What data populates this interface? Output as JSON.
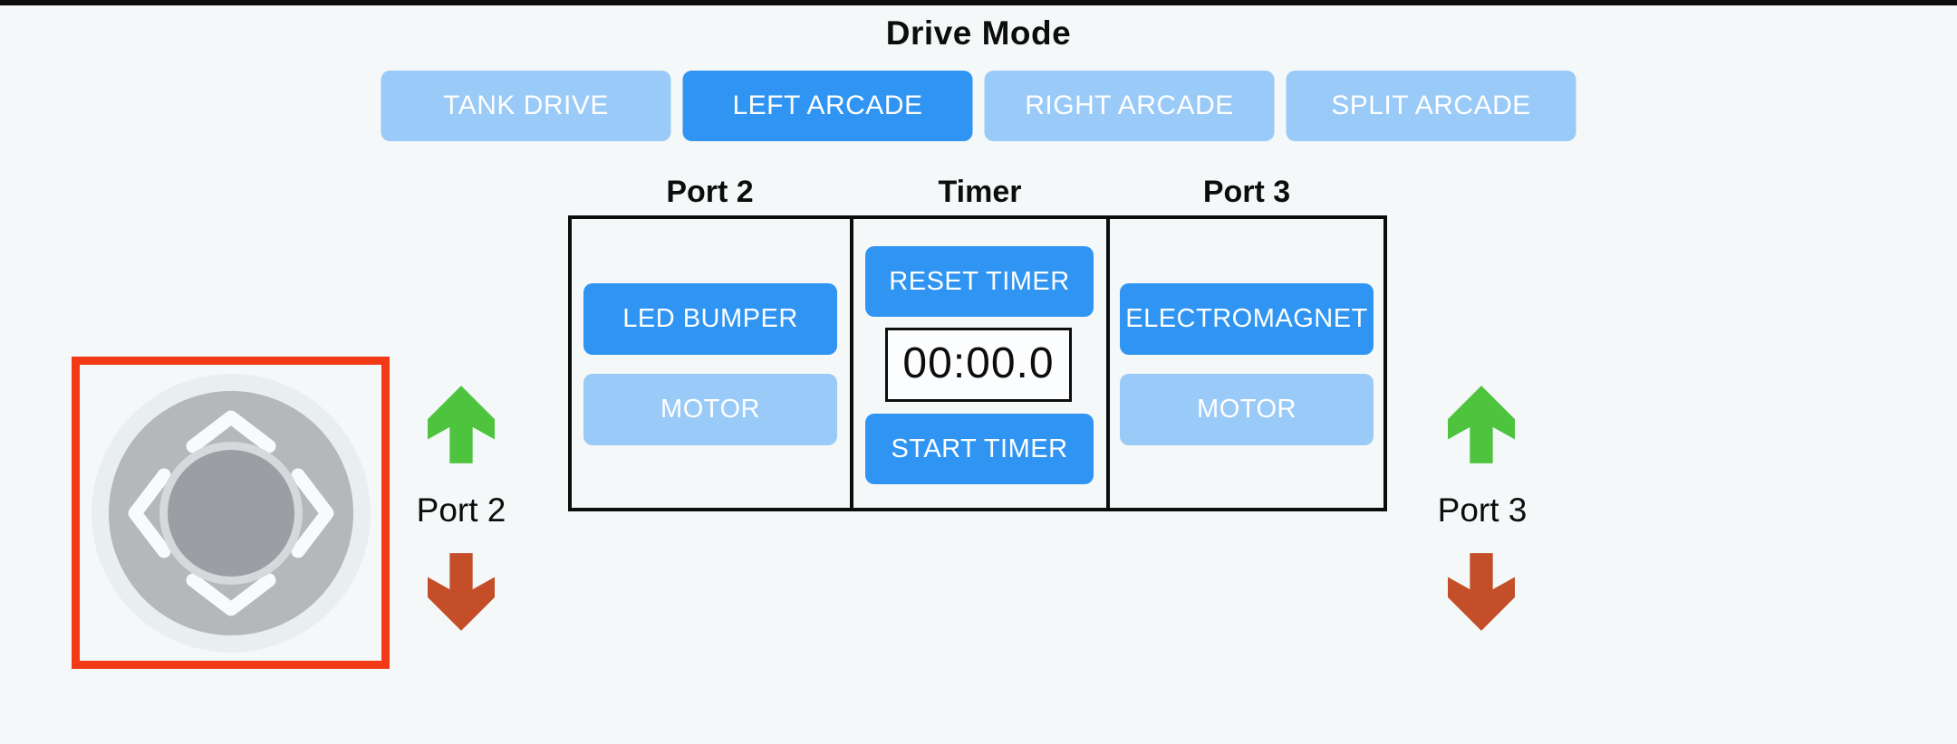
{
  "page": {
    "title_bar": ""
  },
  "colors": {
    "bg": "#f4f8f9",
    "line": "#0d0d0d",
    "text": "#0d0d0d",
    "accent": "#3095f2",
    "inactive": "#9acaf7",
    "square_red": "#f23b16",
    "green_arrow": "#4ec43e",
    "red_arrow": "#c44e28",
    "joystick_pad": "#b4b8bb",
    "joystick_knob": "#9b9fa3",
    "joystick_ring": "#d5d9db",
    "joystick_halo": "#e9eef0",
    "chevron": "#f8fafb"
  },
  "drive_mode": {
    "title": "Drive Mode",
    "buttons": [
      {
        "label": "TANK DRIVE",
        "active": false
      },
      {
        "label": "LEFT ARCADE",
        "active": true
      },
      {
        "label": "RIGHT ARCADE",
        "active": false
      },
      {
        "label": "SPLIT ARCADE",
        "active": false
      }
    ]
  },
  "panel": {
    "columns": [
      {
        "header": "Port 2",
        "buttons": [
          {
            "label": "LED BUMPER",
            "active": true
          },
          {
            "label": "MOTOR",
            "active": false
          }
        ]
      },
      {
        "header": "Timer",
        "reset_label": "RESET TIMER",
        "display": "00:00.0",
        "start_label": "START TIMER"
      },
      {
        "header": "Port 3",
        "buttons": [
          {
            "label": "ELECTROMAGNET",
            "active": true
          },
          {
            "label": "MOTOR",
            "active": false
          }
        ]
      }
    ]
  },
  "side_indicators": {
    "left": {
      "label": "Port 2",
      "up_icon": "up-arrow-icon",
      "down_icon": "down-arrow-icon"
    },
    "right": {
      "label": "Port 3",
      "up_icon": "up-arrow-icon",
      "down_icon": "down-arrow-icon"
    }
  },
  "joystick": {
    "icon": "joystick-icon",
    "directions": [
      "up",
      "left",
      "right",
      "down"
    ]
  }
}
